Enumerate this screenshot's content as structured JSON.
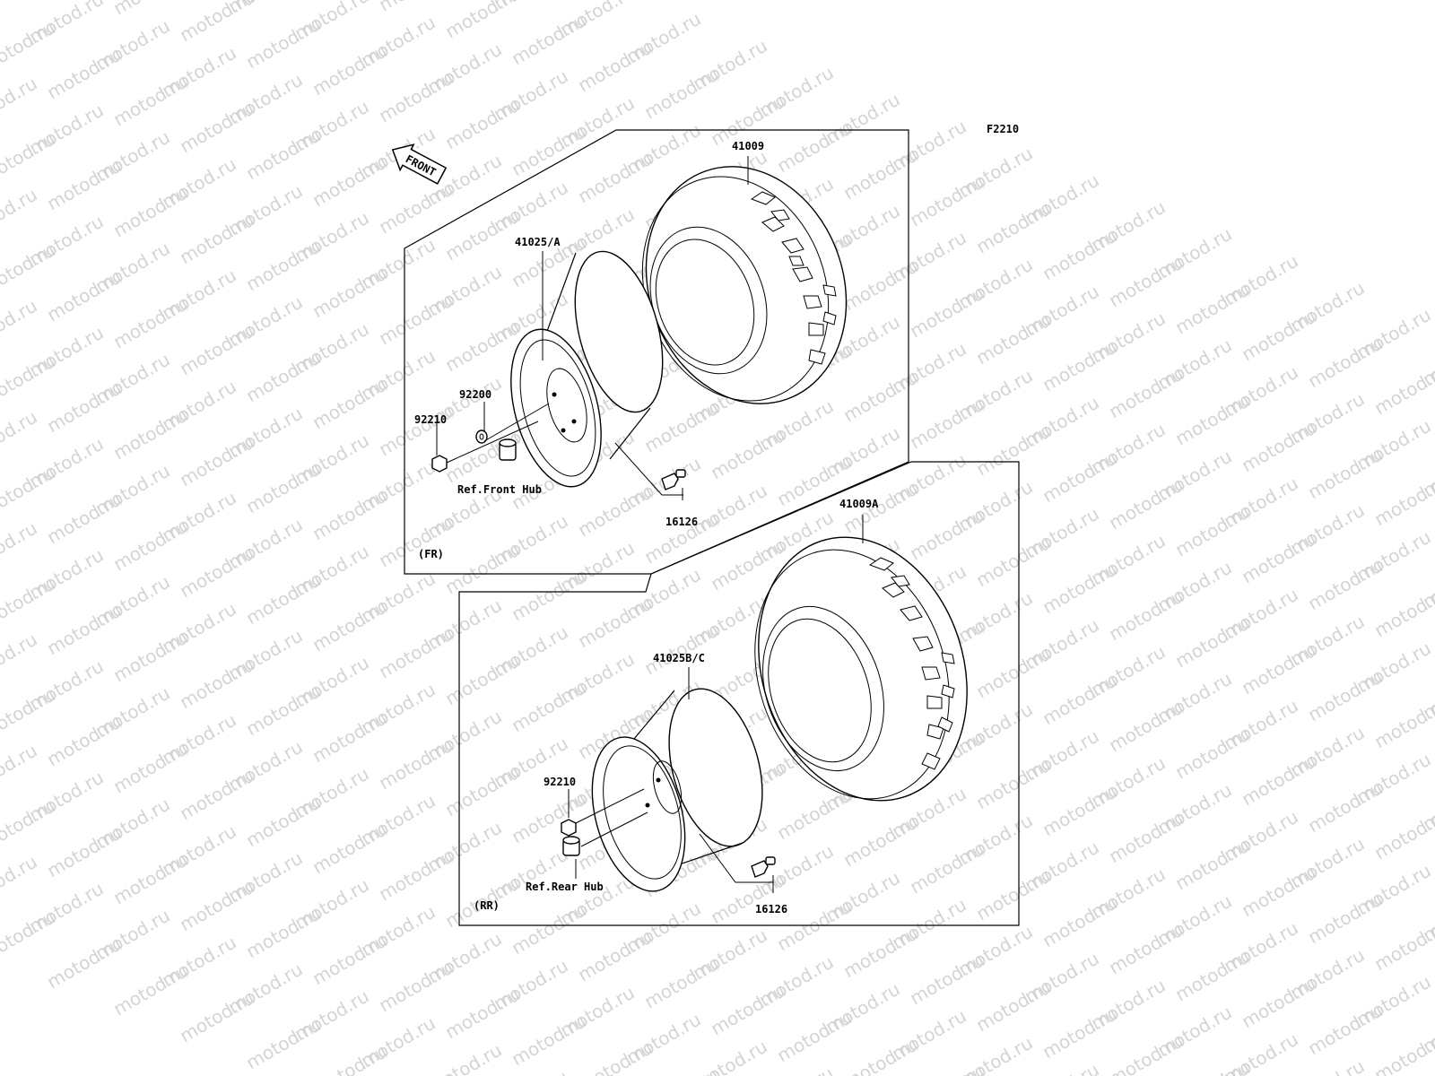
{
  "watermark": "motod.ru",
  "figure_code": "F2210",
  "direction_arrow": "FRONT",
  "front_section": {
    "tag": "(FR)",
    "labels": {
      "tire": "41009",
      "wheel": "41025/A",
      "washer": "92200",
      "nut": "92210",
      "hub_ref": "Ref.Front Hub",
      "valve": "16126"
    }
  },
  "rear_section": {
    "tag": "(RR)",
    "labels": {
      "tire": "41009A",
      "wheel": "41025B/C",
      "nut": "92210",
      "hub_ref": "Ref.Rear Hub",
      "valve": "16126"
    }
  },
  "colors": {
    "line": "#000000",
    "watermark": "#d4d4d4",
    "background": "#ffffff"
  }
}
